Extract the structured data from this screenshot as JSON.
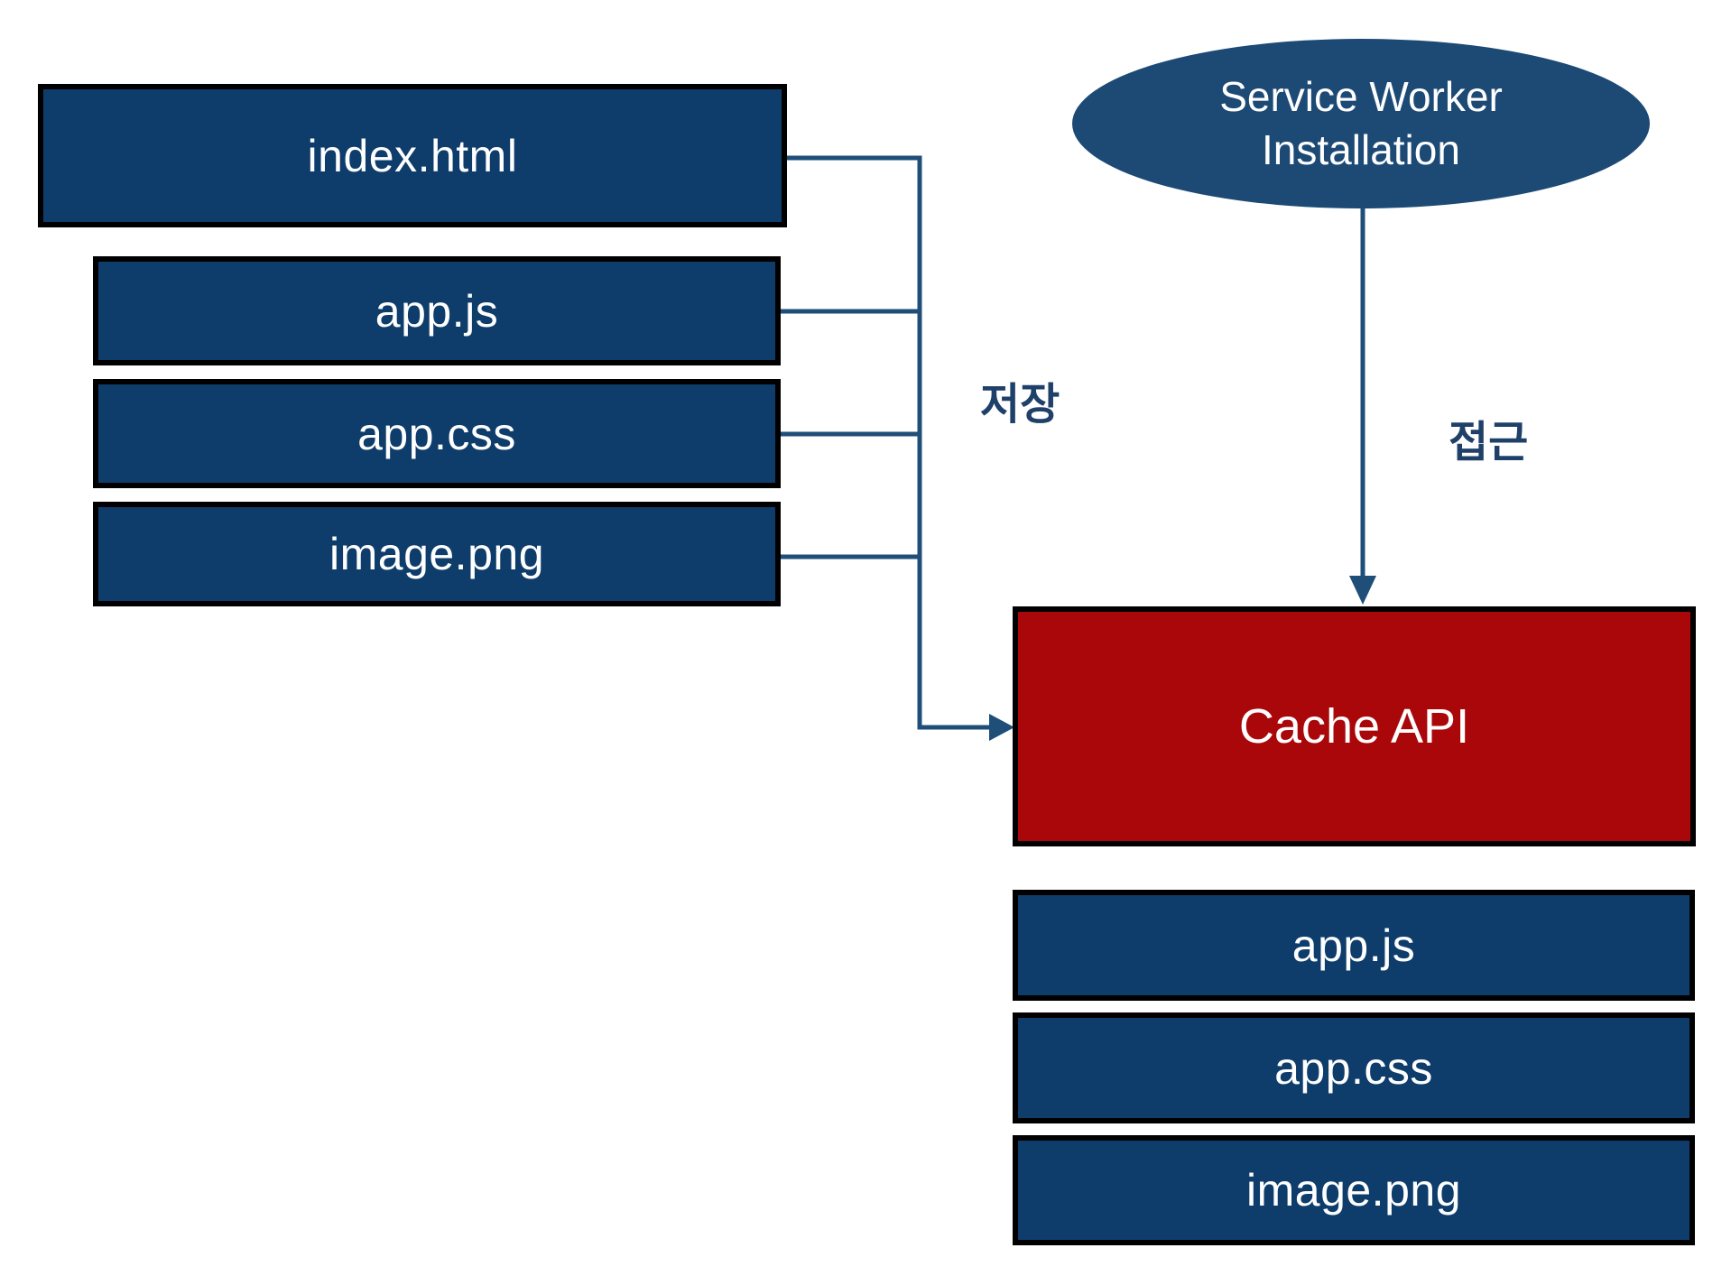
{
  "colors": {
    "box_fill": "#0E3D6B",
    "ellipse_fill": "#1C4A75",
    "cache_fill": "#A9070A",
    "connector": "#1F4E79",
    "label_color": "#1F4068"
  },
  "left_stack": {
    "index_box": "index.html",
    "items": [
      "app.js",
      "app.css",
      "image.png"
    ]
  },
  "service_worker_ellipse": "Service Worker Installation",
  "cache_box": "Cache API",
  "right_stack": [
    "app.js",
    "app.css",
    "image.png"
  ],
  "edge_labels": {
    "store": "저장",
    "access": "접근"
  }
}
